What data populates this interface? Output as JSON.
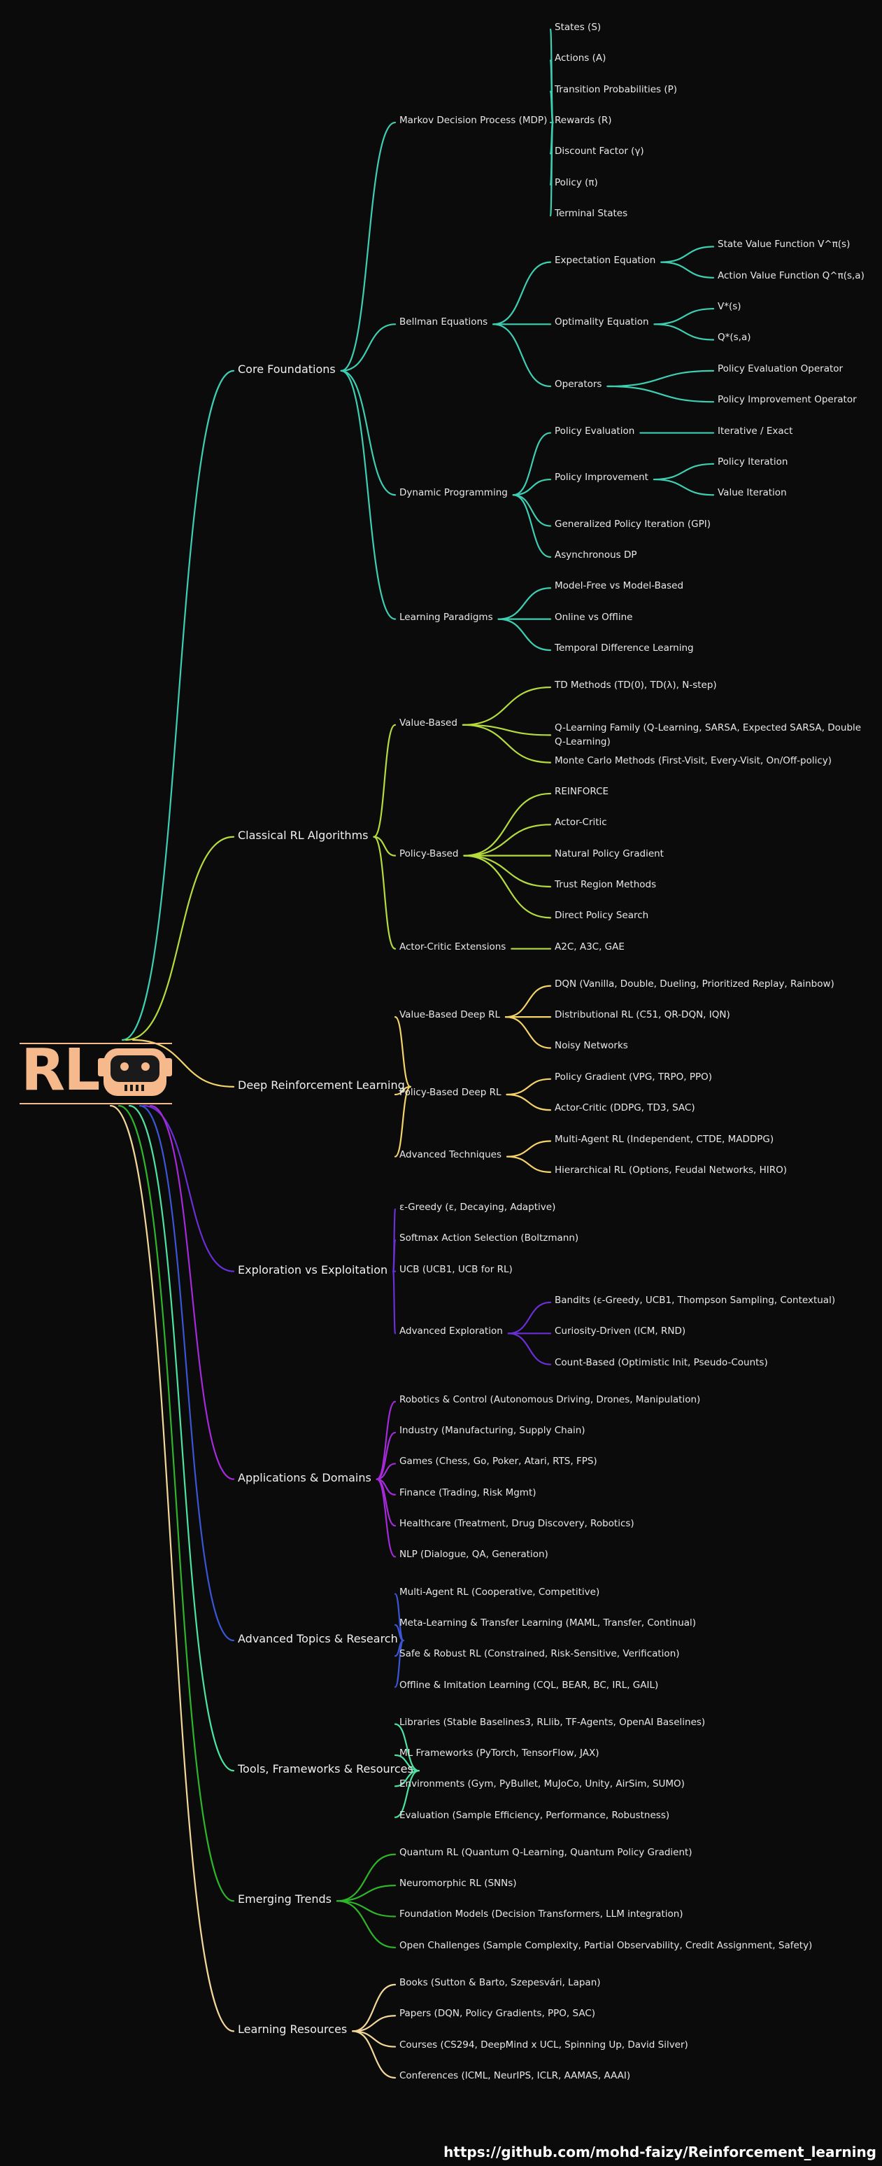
{
  "root": {
    "logo_text": "RL",
    "icon": "robot-icon",
    "accent": "#f5b98c"
  },
  "footer": {
    "url": "https://github.com/mohd-faizy/Reinforcement_learning"
  },
  "branches": [
    {
      "label": "Core Foundations",
      "color": "#3ecfb2",
      "children": [
        {
          "label": "Markov Decision Process (MDP)",
          "children": [
            {
              "label": "States (S)"
            },
            {
              "label": "Actions (A)"
            },
            {
              "label": "Transition Probabilities (P)"
            },
            {
              "label": "Rewards (R)"
            },
            {
              "label": "Discount Factor (γ)"
            },
            {
              "label": "Policy (π)"
            },
            {
              "label": "Terminal States"
            }
          ]
        },
        {
          "label": "Bellman Equations",
          "children": [
            {
              "label": "Expectation Equation",
              "children": [
                {
                  "label": "State Value Function V^π(s)"
                },
                {
                  "label": "Action Value Function Q^π(s,a)"
                }
              ]
            },
            {
              "label": "Optimality Equation",
              "children": [
                {
                  "label": "V*(s)"
                },
                {
                  "label": "Q*(s,a)"
                }
              ]
            },
            {
              "label": "Operators",
              "children": [
                {
                  "label": "Policy Evaluation Operator"
                },
                {
                  "label": "Policy Improvement Operator"
                }
              ]
            }
          ]
        },
        {
          "label": "Dynamic Programming",
          "children": [
            {
              "label": "Policy Evaluation",
              "children": [
                {
                  "label": "Iterative / Exact"
                }
              ]
            },
            {
              "label": "Policy Improvement",
              "children": [
                {
                  "label": "Policy Iteration"
                },
                {
                  "label": "Value Iteration"
                }
              ]
            },
            {
              "label": "Generalized Policy Iteration (GPI)"
            },
            {
              "label": "Asynchronous DP"
            }
          ]
        },
        {
          "label": "Learning Paradigms",
          "children": [
            {
              "label": "Model-Free vs Model-Based"
            },
            {
              "label": "Online vs Offline"
            },
            {
              "label": "Temporal Difference Learning"
            }
          ]
        }
      ]
    },
    {
      "label": "Classical RL Algorithms",
      "color": "#b5dc3f",
      "children": [
        {
          "label": "Value-Based",
          "children": [
            {
              "label": "TD Methods (TD(0), TD(λ), N-step)"
            },
            {
              "label": "Q-Learning Family (Q-Learning, SARSA, Expected SARSA, Double Q-Learning)"
            },
            {
              "label": "Monte Carlo Methods (First-Visit, Every-Visit, On/Off-policy)"
            }
          ]
        },
        {
          "label": "Policy-Based",
          "children": [
            {
              "label": "REINFORCE"
            },
            {
              "label": "Actor-Critic"
            },
            {
              "label": "Natural Policy Gradient"
            },
            {
              "label": "Trust Region Methods"
            },
            {
              "label": "Direct Policy Search"
            }
          ]
        },
        {
          "label": "Actor-Critic Extensions",
          "children": [
            {
              "label": "A2C, A3C, GAE"
            }
          ]
        }
      ]
    },
    {
      "label": "Deep Reinforcement Learning",
      "color": "#f4d36b",
      "children": [
        {
          "label": "Value-Based Deep RL",
          "children": [
            {
              "label": "DQN (Vanilla, Double, Dueling, Prioritized Replay, Rainbow)"
            },
            {
              "label": "Distributional RL (C51, QR-DQN, IQN)"
            },
            {
              "label": "Noisy Networks"
            }
          ]
        },
        {
          "label": "Policy-Based Deep RL",
          "children": [
            {
              "label": "Policy Gradient (VPG, TRPO, PPO)"
            },
            {
              "label": "Actor-Critic (DDPG, TD3, SAC)"
            }
          ]
        },
        {
          "label": "Advanced Techniques",
          "children": [
            {
              "label": "Multi-Agent RL (Independent, CTDE, MADDPG)"
            },
            {
              "label": "Hierarchical RL (Options, Feudal Networks, HIRO)"
            }
          ]
        }
      ]
    },
    {
      "label": "Exploration vs Exploitation",
      "color": "#6a2fd6",
      "children": [
        {
          "label": "ε-Greedy (ε, Decaying, Adaptive)"
        },
        {
          "label": "Softmax Action Selection (Boltzmann)"
        },
        {
          "label": "UCB (UCB1, UCB for RL)"
        },
        {
          "label": "Advanced Exploration",
          "children": [
            {
              "label": "Bandits (ε-Greedy, UCB1, Thompson Sampling, Contextual)"
            },
            {
              "label": "Curiosity-Driven (ICM, RND)"
            },
            {
              "label": "Count-Based (Optimistic Init, Pseudo-Counts)"
            }
          ]
        }
      ]
    },
    {
      "label": "Applications & Domains",
      "color": "#a52ad9",
      "children": [
        {
          "label": "Robotics & Control (Autonomous Driving, Drones, Manipulation)"
        },
        {
          "label": "Industry (Manufacturing, Supply Chain)"
        },
        {
          "label": "Games (Chess, Go, Poker, Atari, RTS, FPS)"
        },
        {
          "label": "Finance (Trading, Risk Mgmt)"
        },
        {
          "label": "Healthcare (Treatment, Drug Discovery, Robotics)"
        },
        {
          "label": "NLP (Dialogue, QA, Generation)"
        }
      ]
    },
    {
      "label": "Advanced Topics & Research",
      "color": "#3a56d4",
      "children": [
        {
          "label": "Multi-Agent RL (Cooperative, Competitive)"
        },
        {
          "label": "Meta-Learning & Transfer Learning (MAML, Transfer, Continual)"
        },
        {
          "label": "Safe & Robust RL (Constrained, Risk-Sensitive, Verification)"
        },
        {
          "label": "Offline & Imitation Learning (CQL, BEAR, BC, IRL, GAIL)"
        }
      ]
    },
    {
      "label": "Tools, Frameworks & Resources",
      "color": "#4de3a0",
      "children": [
        {
          "label": "Libraries (Stable Baselines3, RLlib, TF-Agents, OpenAI Baselines)"
        },
        {
          "label": "ML Frameworks (PyTorch, TensorFlow, JAX)"
        },
        {
          "label": "Environments (Gym, PyBullet, MuJoCo, Unity, AirSim, SUMO)"
        },
        {
          "label": "Evaluation (Sample Efficiency, Performance, Robustness)"
        }
      ]
    },
    {
      "label": "Emerging Trends",
      "color": "#2fb52a",
      "children": [
        {
          "label": "Quantum RL (Quantum Q-Learning, Quantum Policy Gradient)"
        },
        {
          "label": "Neuromorphic RL (SNNs)"
        },
        {
          "label": "Foundation Models (Decision Transformers, LLM integration)"
        },
        {
          "label": "Open Challenges (Sample Complexity, Partial Observability, Credit Assignment, Safety)"
        }
      ]
    },
    {
      "label": "Learning Resources",
      "color": "#f4d89a",
      "children": [
        {
          "label": "Books (Sutton & Barto, Szepesvári, Lapan)"
        },
        {
          "label": "Papers (DQN, Policy Gradients, PPO, SAC)"
        },
        {
          "label": "Courses (CS294, DeepMind x UCL, Spinning Up, David Silver)"
        },
        {
          "label": "Conferences (ICML, NeurIPS, ICLR, AAMAS, AAAI)"
        }
      ]
    }
  ]
}
